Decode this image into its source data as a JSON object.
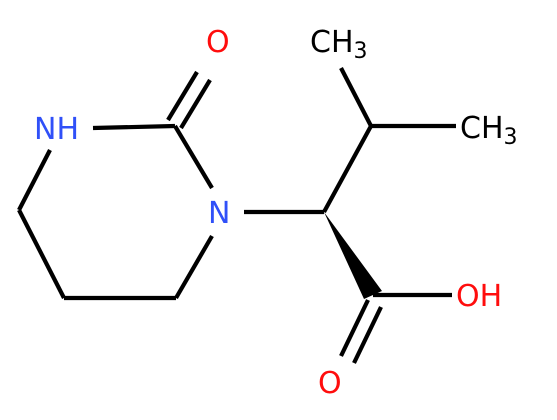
{
  "molecule": {
    "colors": {
      "bond": "#000000",
      "carbon": "#000000",
      "oxygen": "#ff0d0d",
      "nitrogen": "#3050f8"
    },
    "atoms": {
      "o_carbonyl_ring": "O",
      "nh_ring": "NH",
      "n_ring": "N",
      "ch3_top": "CH",
      "ch3_top_sub": "3",
      "ch3_right": "CH",
      "ch3_right_sub": "3",
      "oh": "OH",
      "o_acid": "O"
    }
  }
}
